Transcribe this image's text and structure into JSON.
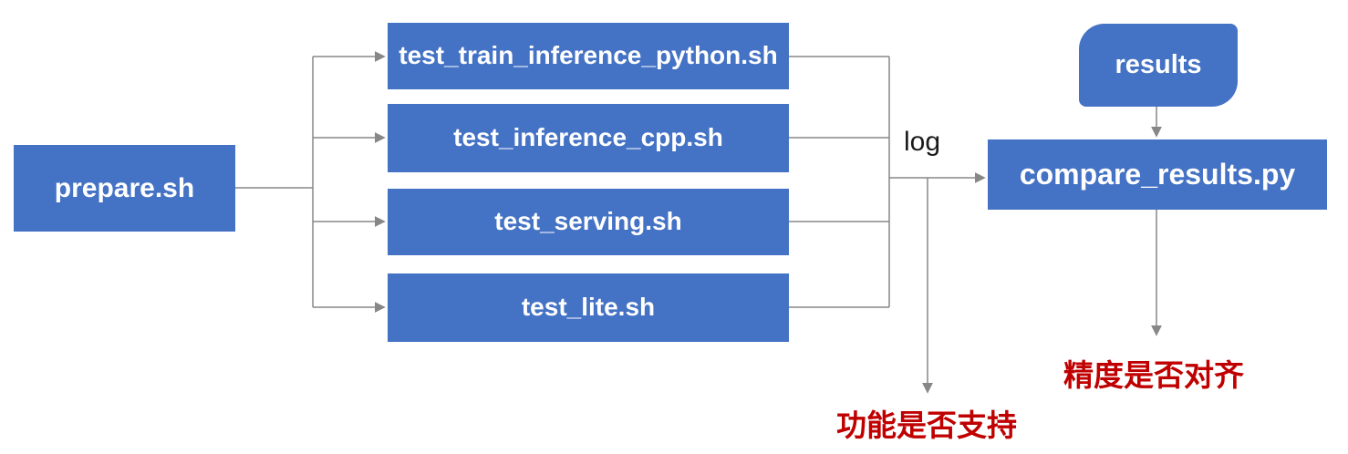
{
  "diagram": {
    "nodes": {
      "prepare": {
        "label": "prepare.sh"
      },
      "tests": [
        {
          "label": "test_train_inference_python.sh"
        },
        {
          "label": "test_inference_cpp.sh"
        },
        {
          "label": "test_serving.sh"
        },
        {
          "label": "test_lite.sh"
        }
      ],
      "results": {
        "label": "results"
      },
      "compare": {
        "label": "compare_results.py"
      }
    },
    "edge_labels": {
      "log": "log"
    },
    "outcomes": {
      "function_support": "功能是否支持",
      "precision_alignment": "精度是否对齐"
    },
    "colors": {
      "node_fill": "#4472C4",
      "node_text": "#FFFFFF",
      "connector": "#878787",
      "outcome_text": "#C00000",
      "edge_label_text": "#1A1A1A",
      "background": "#FFFFFF"
    }
  }
}
